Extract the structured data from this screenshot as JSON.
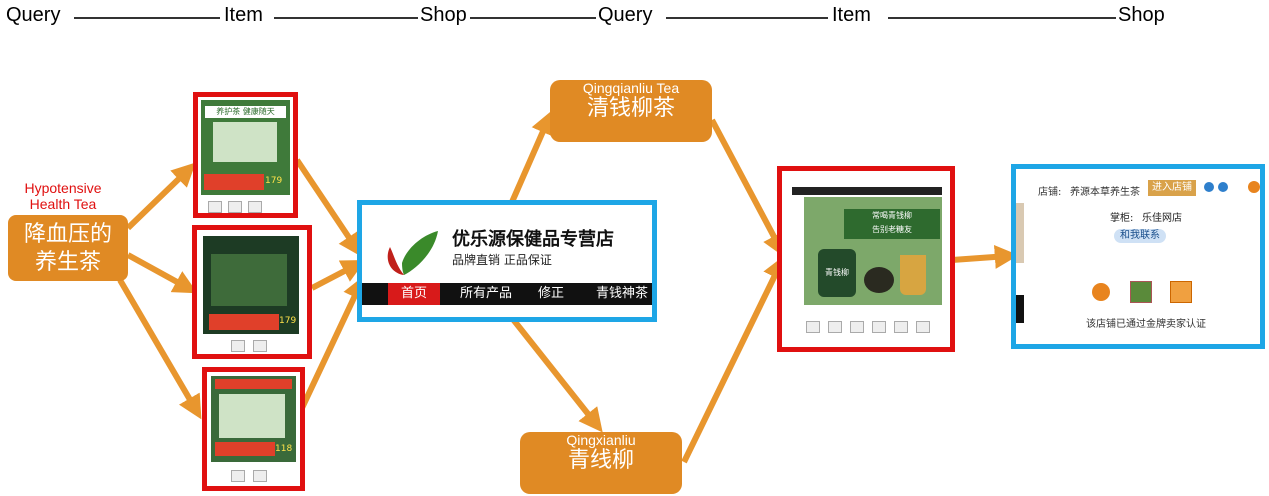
{
  "header": {
    "labels": [
      "Query",
      "Item",
      "Shop",
      "Query",
      "Item",
      "Shop"
    ]
  },
  "query_nodes": {
    "main": {
      "en_line1": "Hypotensive",
      "en_line2": "Health Tea",
      "zh_line1": "降血压的",
      "zh_line2": "养生茶"
    },
    "top": {
      "en": "Qingqianliu Tea",
      "zh": "清钱柳茶"
    },
    "bottom": {
      "en": "Qingxianliu",
      "zh": "青线柳"
    }
  },
  "shop1": {
    "name": "优乐源保健品专营店",
    "slogan": "品牌直销 正品保证",
    "nav": [
      "首页",
      "所有产品",
      "修正",
      "青钱神茶"
    ]
  },
  "item_thumbs": {
    "item1_banner": "养护茶 健康随天",
    "item1_price": "179",
    "item2_price": "179",
    "item3_price": "118"
  },
  "shop2": {
    "shop_label": "店铺:",
    "shop_name": "养源本草养生茶",
    "enter_button": "进入店铺",
    "keeper_label": "掌柜:",
    "keeper_name": "乐佳网店",
    "contact": "和我联系",
    "cert": "该店铺已通过金牌卖家认证"
  },
  "item4": {
    "banner": "常喝青钱柳",
    "banner2": "告别老糖友",
    "jar_label": "青钱柳"
  },
  "colors": {
    "node_orange": "#e08a24",
    "arrow_orange": "#e8962e",
    "item_border": "#e01010",
    "shop_border": "#1ea6e6"
  }
}
